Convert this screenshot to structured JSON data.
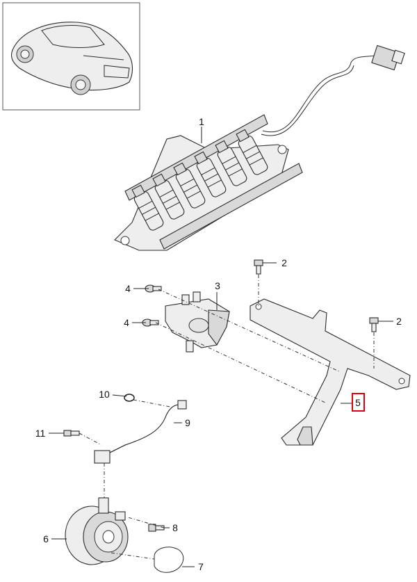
{
  "diagram": {
    "highlight_color": "#e0000b",
    "highlighted_callout": "5",
    "callouts": [
      {
        "id": "c1",
        "label": "1"
      },
      {
        "id": "c2a",
        "label": "2"
      },
      {
        "id": "c2b",
        "label": "2"
      },
      {
        "id": "c3",
        "label": "3"
      },
      {
        "id": "c4a",
        "label": "4"
      },
      {
        "id": "c4b",
        "label": "4"
      },
      {
        "id": "c5",
        "label": "5"
      },
      {
        "id": "c6",
        "label": "6"
      },
      {
        "id": "c7",
        "label": "7"
      },
      {
        "id": "c8",
        "label": "8"
      },
      {
        "id": "c9",
        "label": "9"
      },
      {
        "id": "c10",
        "label": "10"
      },
      {
        "id": "c11",
        "label": "11"
      }
    ]
  }
}
